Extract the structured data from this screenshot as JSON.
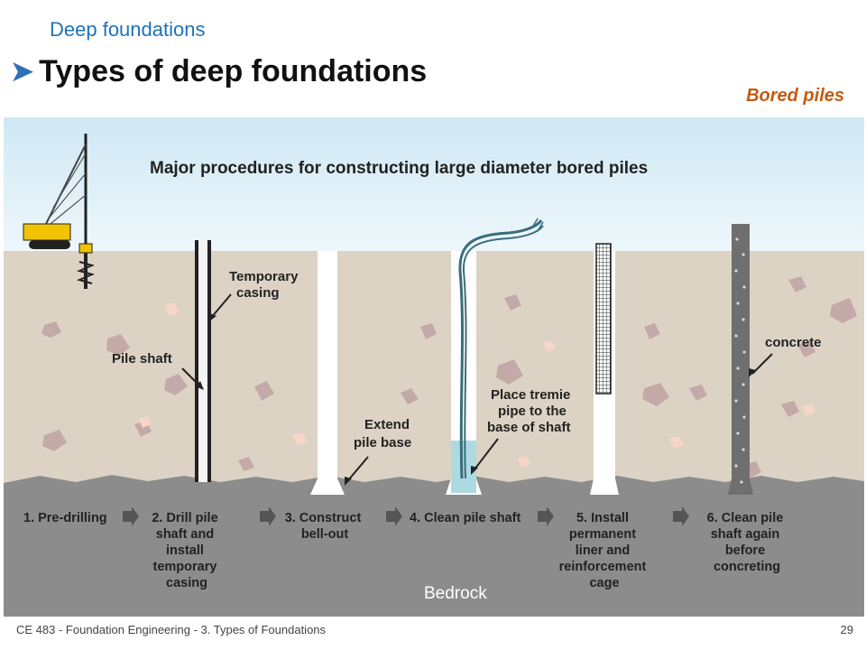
{
  "header": {
    "section_title": "Deep foundations",
    "main_title": "Types of deep foundations",
    "subtitle": "Bored piles"
  },
  "figure": {
    "title": "Major procedures for constructing large diameter bored piles",
    "labels": {
      "temporary_casing_1": "Temporary",
      "temporary_casing_2": "casing",
      "pile_shaft": "Pile shaft",
      "extend_1": "Extend",
      "extend_2": "pile base",
      "tremie_1": "Place tremie",
      "tremie_2": "pipe to the",
      "tremie_3": "base of shaft",
      "concrete": "concrete",
      "bedrock": "Bedrock"
    },
    "steps": [
      {
        "lines": [
          "1. Pre-drilling"
        ]
      },
      {
        "lines": [
          "2. Drill pile",
          "shaft and",
          "install",
          "temporary",
          "casing"
        ]
      },
      {
        "lines": [
          "3. Construct",
          "bell-out"
        ]
      },
      {
        "lines": [
          "4. Clean pile shaft"
        ]
      },
      {
        "lines": [
          "5. Install",
          "permanent",
          "liner and",
          "reinforcement",
          "cage"
        ]
      },
      {
        "lines": [
          "6. Clean pile",
          "shaft again",
          "before",
          "concreting"
        ]
      }
    ]
  },
  "footer": {
    "course": "CE 483 - Foundation Engineering -  3. Types of Foundations",
    "page": "29"
  },
  "colors": {
    "accent_blue": "#1f72b8",
    "accent_orange": "#c55a11",
    "soil": "#dcd3c5",
    "bedrock": "#8c8c8c",
    "sky": "#daedf6"
  }
}
